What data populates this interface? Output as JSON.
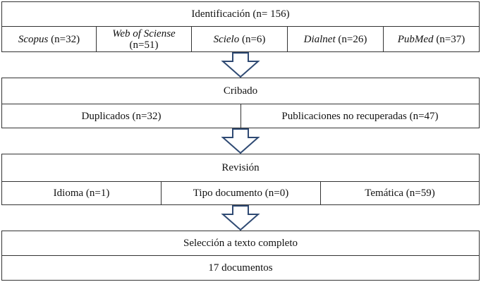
{
  "stages": {
    "identification": {
      "title": "Identificación (n= 156)",
      "sources": [
        {
          "name": "Scopus",
          "count": " (n=32)"
        },
        {
          "name": "Web of Sciense",
          "count": "(n=51)"
        },
        {
          "name": "Scielo",
          "count": " (n=6)"
        },
        {
          "name": "Dialnet",
          "count": " (n=26)"
        },
        {
          "name": "PubMed",
          "count": " (n=37)"
        }
      ]
    },
    "screening": {
      "title": "Cribado",
      "items": [
        "Duplicados (n=32)",
        "Publicaciones no recuperadas (n=47)"
      ]
    },
    "review": {
      "title": "Revisión",
      "items": [
        "Idioma (n=1)",
        "Tipo documento (n=0)",
        "Temática (n=59)"
      ]
    },
    "selection": {
      "title": "Selección a texto completo",
      "result": "17 documentos"
    }
  },
  "colors": {
    "border": "#333333",
    "arrow_fill": "#ffffff",
    "arrow_stroke": "#2f4a73"
  }
}
